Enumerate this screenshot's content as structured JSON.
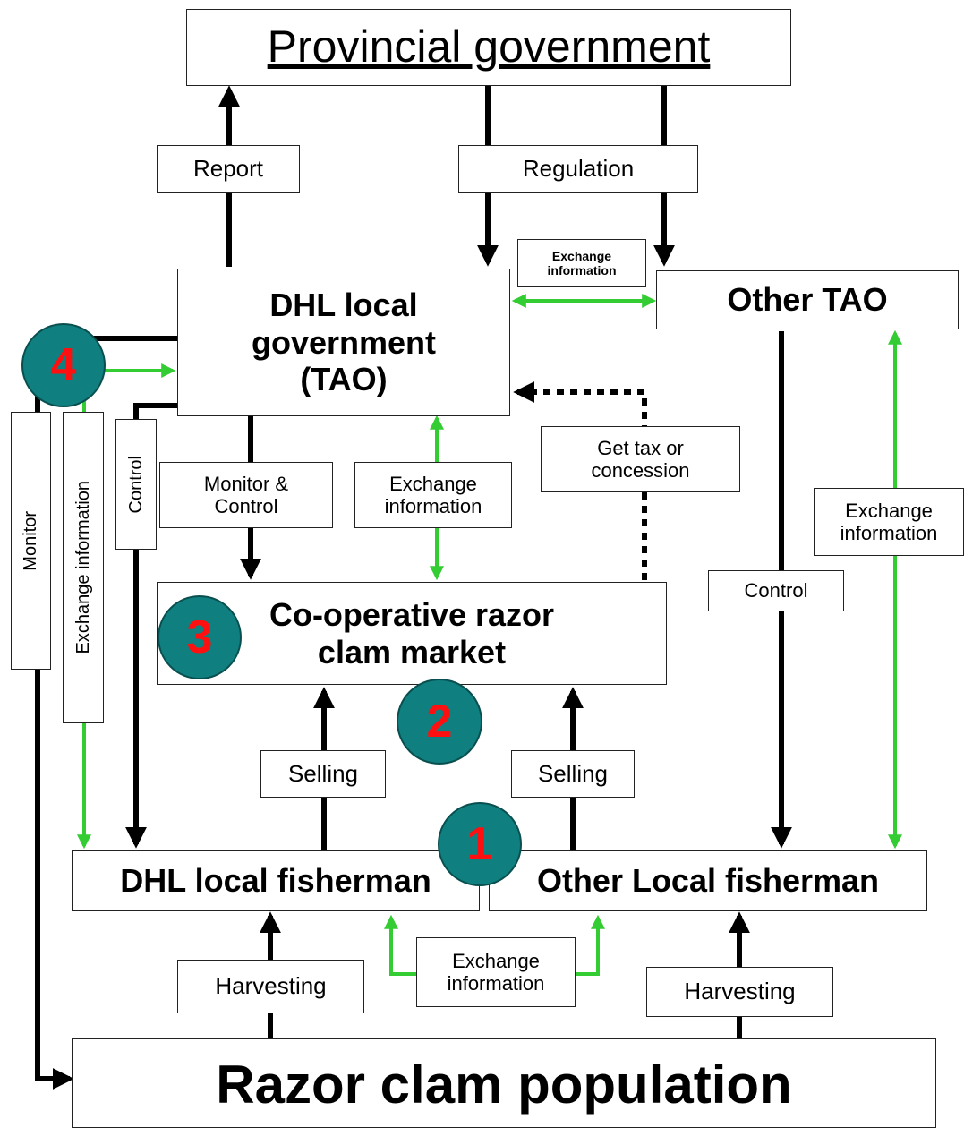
{
  "nodes": {
    "provincial": "Provincial government",
    "dhl_tao": "DHL local government (TAO)",
    "other_tao": "Other TAO",
    "coop": "Co-operative razor clam market",
    "dhl_fisher": "DHL local fisherman",
    "other_fisher": "Other Local fisherman",
    "population": "Razor clam population"
  },
  "labels": {
    "report": "Report",
    "regulation": "Regulation",
    "exchange_top": "Exchange information",
    "monitor_control": "Monitor & Control",
    "exchange_mid": "Exchange information",
    "tax": "Get tax or concession",
    "exchange_right": "Exchange information",
    "control_right": "Control",
    "control_left": "Control",
    "exchange_left": "Exchange information",
    "monitor_left": "Monitor",
    "selling_left": "Selling",
    "selling_right": "Selling",
    "exchange_bottom": "Exchange information",
    "harvesting_left": "Harvesting",
    "harvesting_right": "Harvesting"
  },
  "markers": [
    "1",
    "2",
    "3",
    "4"
  ],
  "colors": {
    "arrow_black": "#000000",
    "arrow_green": "#33cc33",
    "circle_fill": "#0f7f7f",
    "circle_text": "#ff1010"
  }
}
